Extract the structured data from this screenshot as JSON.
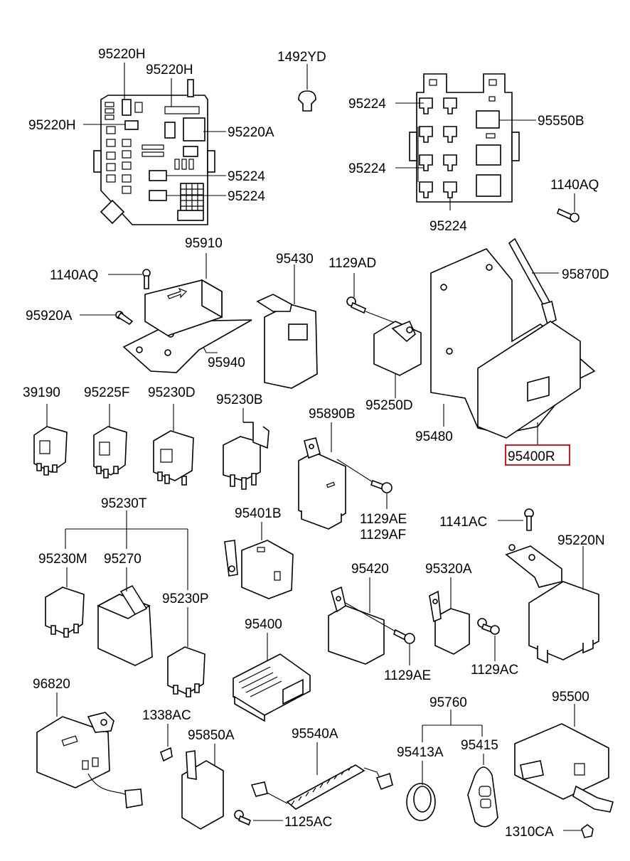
{
  "labels": {
    "l_95220H_a": "95220H",
    "l_95220H_b": "95220H",
    "l_95220H_c": "95220H",
    "l_95220A": "95220A",
    "l_95224_a": "95224",
    "l_95224_b": "95224",
    "l_1492YD": "1492YD",
    "l_95224_c": "95224",
    "l_95550B": "95550B",
    "l_95224_d": "95224",
    "l_95224_e": "95224",
    "l_1140AQ_a": "1140AQ",
    "l_95910": "95910",
    "l_1140AQ_b": "1140AQ",
    "l_95920A": "95920A",
    "l_95940": "95940",
    "l_95430": "95430",
    "l_1129AD": "1129AD",
    "l_95250D": "95250D",
    "l_95870D": "95870D",
    "l_95480": "95480",
    "l_95400R": "95400R",
    "l_39190": "39190",
    "l_95225F": "95225F",
    "l_95230D": "95230D",
    "l_95230B": "95230B",
    "l_95890B": "95890B",
    "l_1129AE_a": "1129AE",
    "l_1129AF": "1129AF",
    "l_1141AC": "1141AC",
    "l_95230T": "95230T",
    "l_95401B": "95401B",
    "l_95220N": "95220N",
    "l_95230M": "95230M",
    "l_95270": "95270",
    "l_95230P": "95230P",
    "l_95420": "95420",
    "l_95320A": "95320A",
    "l_1129AE_b": "1129AE",
    "l_1129AC": "1129AC",
    "l_95400": "95400",
    "l_96820": "96820",
    "l_1338AC": "1338AC",
    "l_95850A": "95850A",
    "l_95540A": "95540A",
    "l_95760": "95760",
    "l_95413A": "95413A",
    "l_95415": "95415",
    "l_95500": "95500",
    "l_1125AC": "1125AC",
    "l_1310CA": "1310CA"
  },
  "highlight": {
    "part": "95400R",
    "color": "#e0161f"
  }
}
